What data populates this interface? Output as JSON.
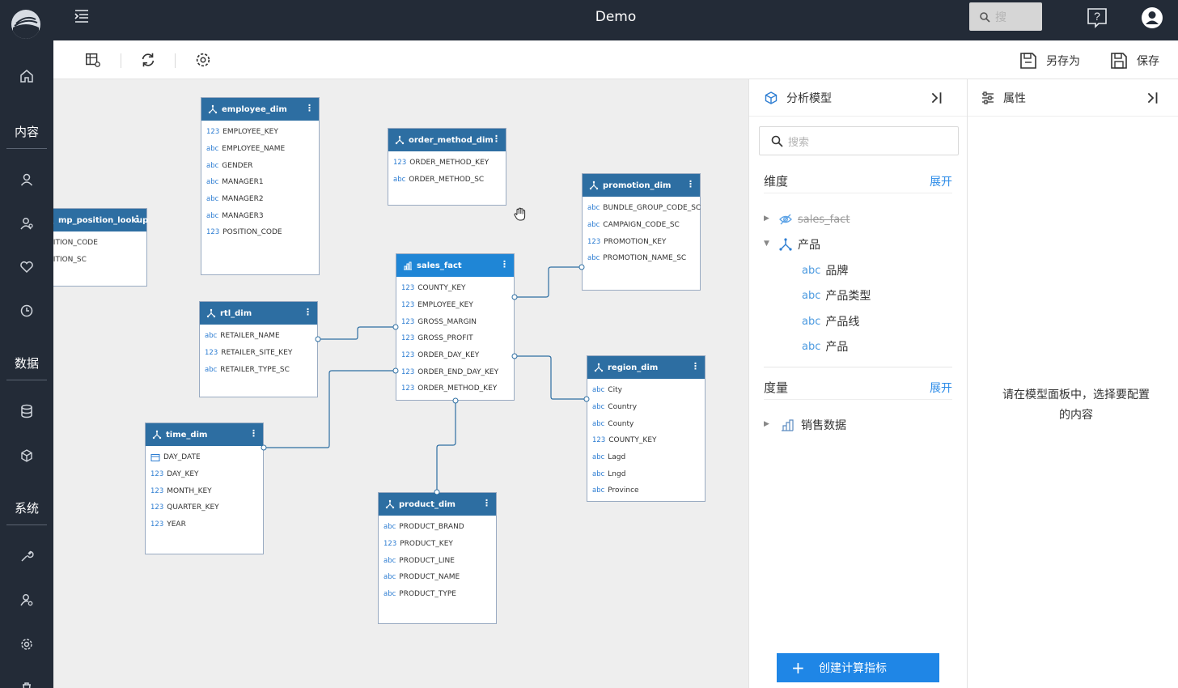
{
  "app": {
    "title": "Demo",
    "search_placeholder": "搜"
  },
  "left_nav": {
    "sections": {
      "content": "内容",
      "data": "数据",
      "system": "系统"
    }
  },
  "toolbar": {
    "save_as": "另存为",
    "save": "保存"
  },
  "canvas": {
    "tables": [
      {
        "name": "employee_dim",
        "fields": [
          {
            "type": "123",
            "name": "EMPLOYEE_KEY"
          },
          {
            "type": "abc",
            "name": "EMPLOYEE_NAME"
          },
          {
            "type": "abc",
            "name": "GENDER"
          },
          {
            "type": "abc",
            "name": "MANAGER1"
          },
          {
            "type": "abc",
            "name": "MANAGER2"
          },
          {
            "type": "abc",
            "name": "MANAGER3"
          },
          {
            "type": "123",
            "name": "POSITION_CODE"
          }
        ]
      },
      {
        "name": "order_method_dim",
        "fields": [
          {
            "type": "123",
            "name": "ORDER_METHOD_KEY"
          },
          {
            "type": "abc",
            "name": "ORDER_METHOD_SC"
          }
        ]
      },
      {
        "name": "promotion_dim",
        "fields": [
          {
            "type": "abc",
            "name": "BUNDLE_GROUP_CODE_SC"
          },
          {
            "type": "abc",
            "name": "CAMPAIGN_CODE_SC"
          },
          {
            "type": "123",
            "name": "PROMOTION_KEY"
          },
          {
            "type": "abc",
            "name": "PROMOTION_NAME_SC"
          }
        ]
      },
      {
        "name": "mp_position_lookup",
        "fields": [
          {
            "type": "",
            "name": "OSITION_CODE"
          },
          {
            "type": "",
            "name": "OSITION_SC"
          }
        ]
      },
      {
        "name": "sales_fact",
        "fields": [
          {
            "type": "123",
            "name": "COUNTY_KEY"
          },
          {
            "type": "123",
            "name": "EMPLOYEE_KEY"
          },
          {
            "type": "123",
            "name": "GROSS_MARGIN"
          },
          {
            "type": "123",
            "name": "GROSS_PROFIT"
          },
          {
            "type": "123",
            "name": "ORDER_DAY_KEY"
          },
          {
            "type": "123",
            "name": "ORDER_END_DAY_KEY"
          },
          {
            "type": "123",
            "name": "ORDER_METHOD_KEY"
          }
        ]
      },
      {
        "name": "rtl_dim",
        "fields": [
          {
            "type": "abc",
            "name": "RETAILER_NAME"
          },
          {
            "type": "123",
            "name": "RETAILER_SITE_KEY"
          },
          {
            "type": "abc",
            "name": "RETAILER_TYPE_SC"
          }
        ]
      },
      {
        "name": "region_dim",
        "fields": [
          {
            "type": "abc",
            "name": "City"
          },
          {
            "type": "abc",
            "name": "Country"
          },
          {
            "type": "abc",
            "name": "County"
          },
          {
            "type": "123",
            "name": "COUNTY_KEY"
          },
          {
            "type": "abc",
            "name": "Lagd"
          },
          {
            "type": "abc",
            "name": "Lngd"
          },
          {
            "type": "abc",
            "name": "Province"
          }
        ]
      },
      {
        "name": "time_dim",
        "fields": [
          {
            "type": "date",
            "name": "DAY_DATE"
          },
          {
            "type": "123",
            "name": "DAY_KEY"
          },
          {
            "type": "123",
            "name": "MONTH_KEY"
          },
          {
            "type": "123",
            "name": "QUARTER_KEY"
          },
          {
            "type": "123",
            "name": "YEAR"
          }
        ]
      },
      {
        "name": "product_dim",
        "fields": [
          {
            "type": "abc",
            "name": "PRODUCT_BRAND"
          },
          {
            "type": "123",
            "name": "PRODUCT_KEY"
          },
          {
            "type": "abc",
            "name": "PRODUCT_LINE"
          },
          {
            "type": "abc",
            "name": "PRODUCT_NAME"
          },
          {
            "type": "abc",
            "name": "PRODUCT_TYPE"
          }
        ]
      }
    ]
  },
  "model_panel": {
    "title": "分析模型",
    "search_placeholder": "搜索",
    "dimensions": {
      "title": "维度",
      "expand": "展开",
      "hidden_item": "sales_fact",
      "group": "产品",
      "items": [
        {
          "type": "abc",
          "label": "品牌"
        },
        {
          "type": "abc",
          "label": "产品类型"
        },
        {
          "type": "abc",
          "label": "产品线"
        },
        {
          "type": "abc",
          "label": "产品"
        }
      ]
    },
    "measures": {
      "title": "度量",
      "expand": "展开",
      "group": "销售数据"
    },
    "create_button": "创建计算指标"
  },
  "property_panel": {
    "title": "属性",
    "empty_message": "请在模型面板中，选择要配置的内容"
  }
}
